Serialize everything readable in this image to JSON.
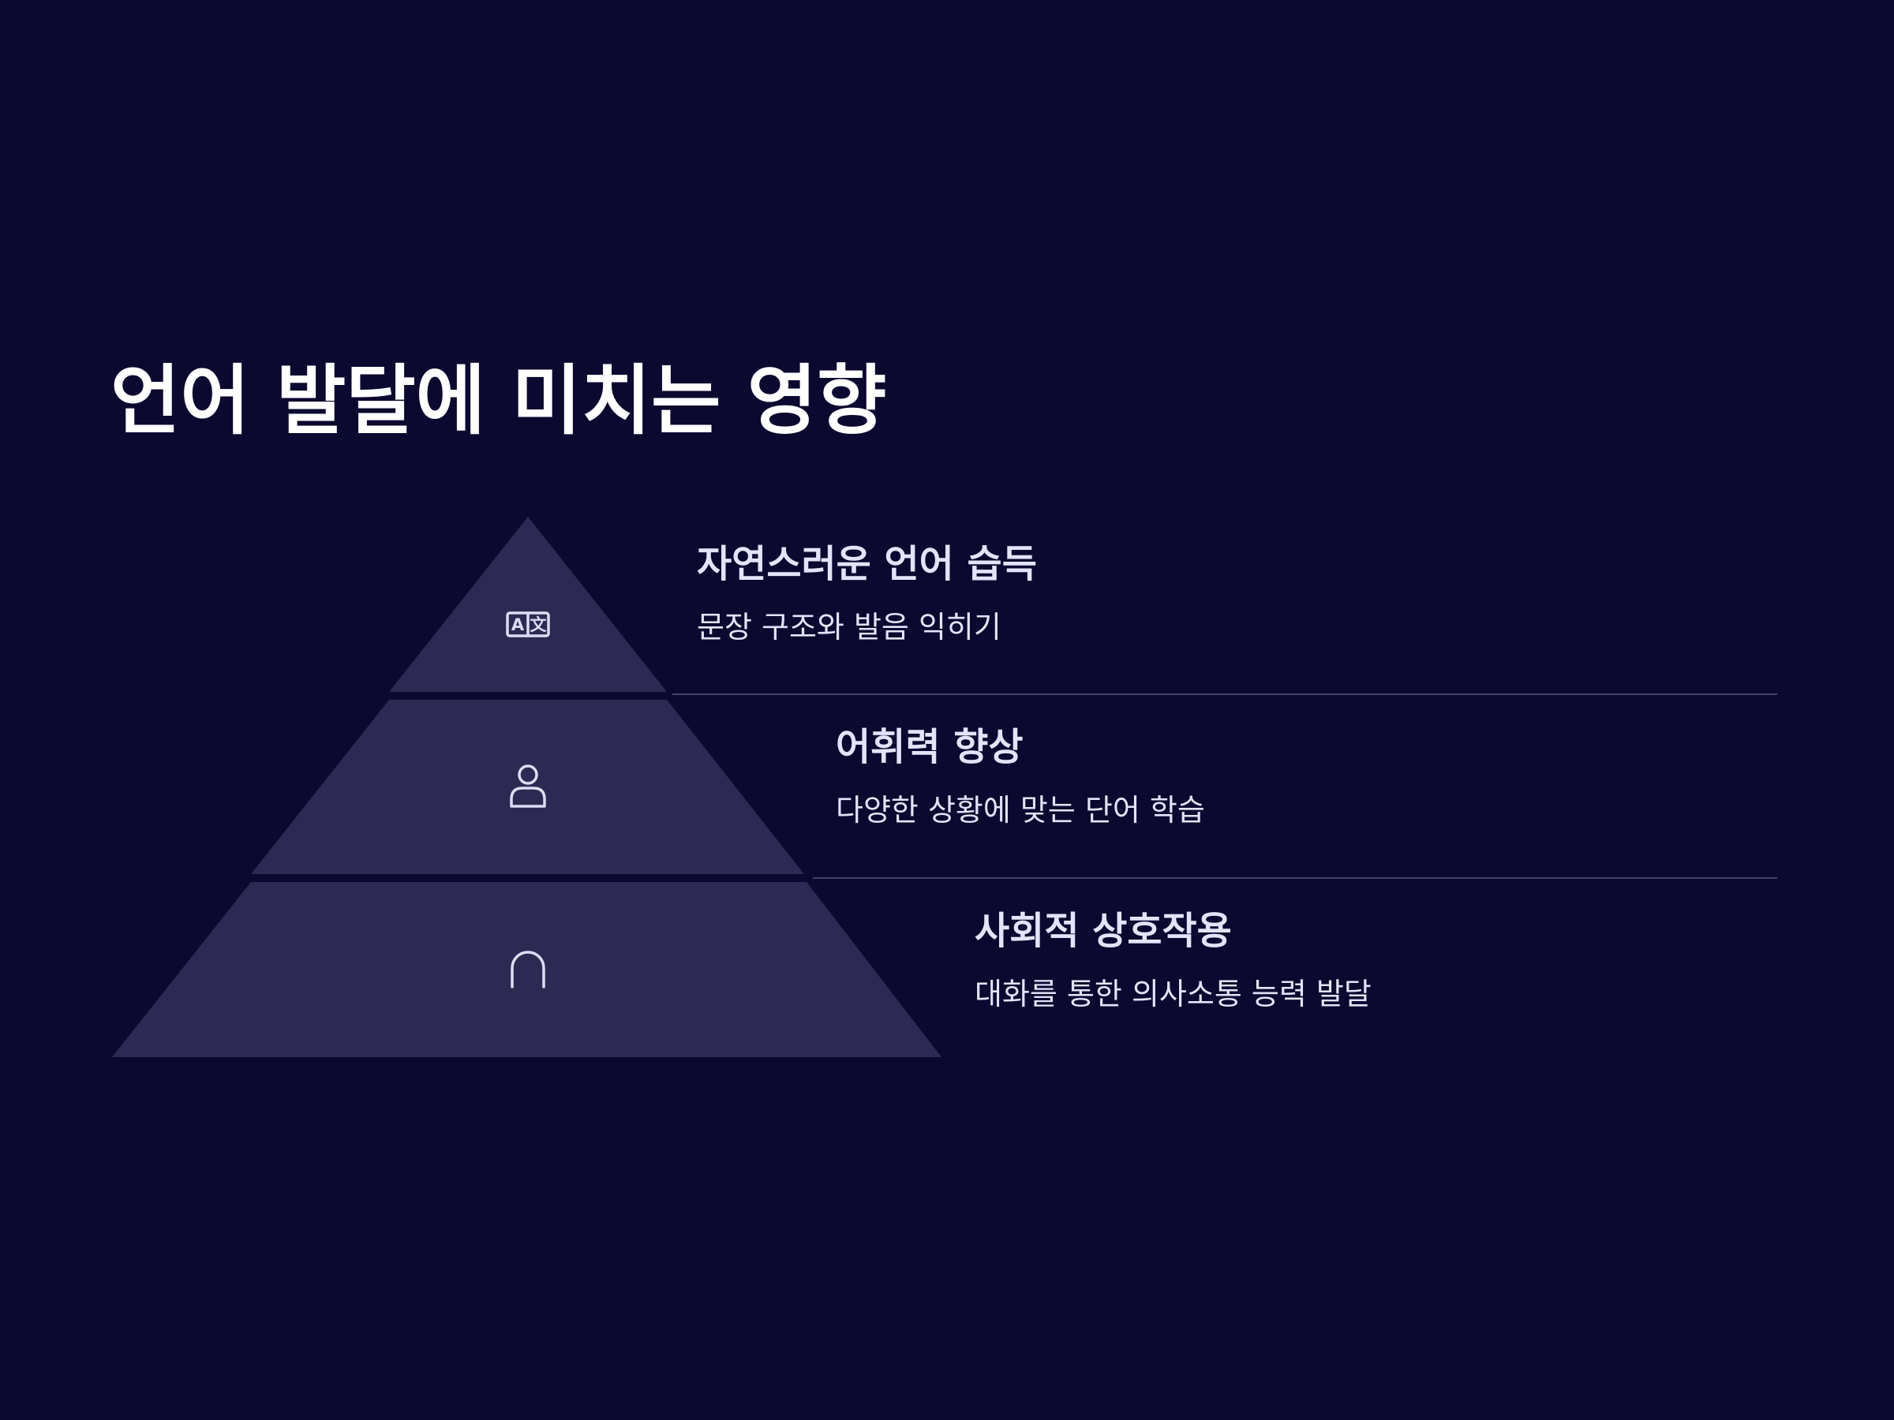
{
  "title": "언어 발달에 미치는 영향",
  "colors": {
    "background": "#0b0930",
    "tier": "#2c2a52",
    "text": "#e3e3fa",
    "divider": "#45436b"
  },
  "tiers": [
    {
      "icon": "translate-icon",
      "heading": "자연스러운 언어 습득",
      "description": "문장 구조와 발음 익히기"
    },
    {
      "icon": "person-icon",
      "heading": "어휘력 향상",
      "description": "다양한 상황에 맞는 단어 학습"
    },
    {
      "icon": "arch-icon",
      "heading": "사회적 상호작용",
      "description": "대화를 통한 의사소통 능력 발달"
    }
  ]
}
